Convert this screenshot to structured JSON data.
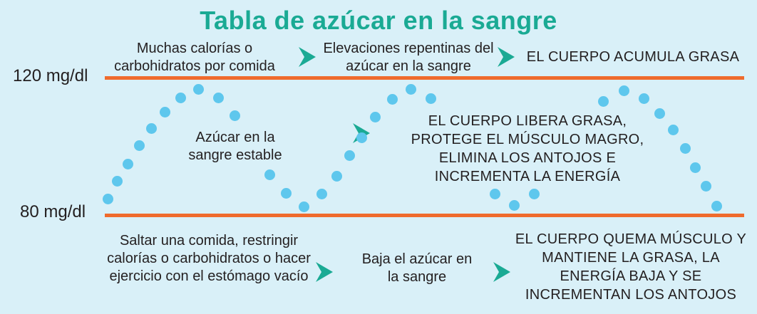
{
  "title": "Tabla de azúcar en la sangre",
  "levels": {
    "high": "120 mg/dl",
    "low": "80 mg/dl"
  },
  "colors": {
    "title": "#1aaa94",
    "line": "#ef6b2d",
    "arrow": "#1aaa94",
    "dots": "#5ec7ed",
    "background": "#d9f0f8"
  },
  "top_row": {
    "cause": "Muchas calorías o carbohidratos por comida",
    "effect": "Elevaciones repentinas del azúcar en la sangre",
    "result": "EL CUERPO ACUMULA GRASA"
  },
  "middle_row": {
    "cause": "Azúcar en la sangre estable",
    "result": "EL CUERPO LIBERA GRASA, PROTEGE EL MÚSCULO MAGRO, ELIMINA LOS ANTOJOS E INCREMENTA LA ENERGÍA"
  },
  "bottom_row": {
    "cause": "Saltar una comida, restringir calorías o carbohidratos o hacer ejercicio con el estómago vacío",
    "effect": "Baja el azúcar en la sangre",
    "result": "EL CUERPO QUEMA MÚSCULO Y MANTIENE LA GRASA, LA ENERGÍA BAJA Y SE INCREMENTAN LOS ANTOJOS"
  },
  "icons": {
    "arrow": "chevron-right-icon",
    "dot": "blood-sugar-dot"
  }
}
